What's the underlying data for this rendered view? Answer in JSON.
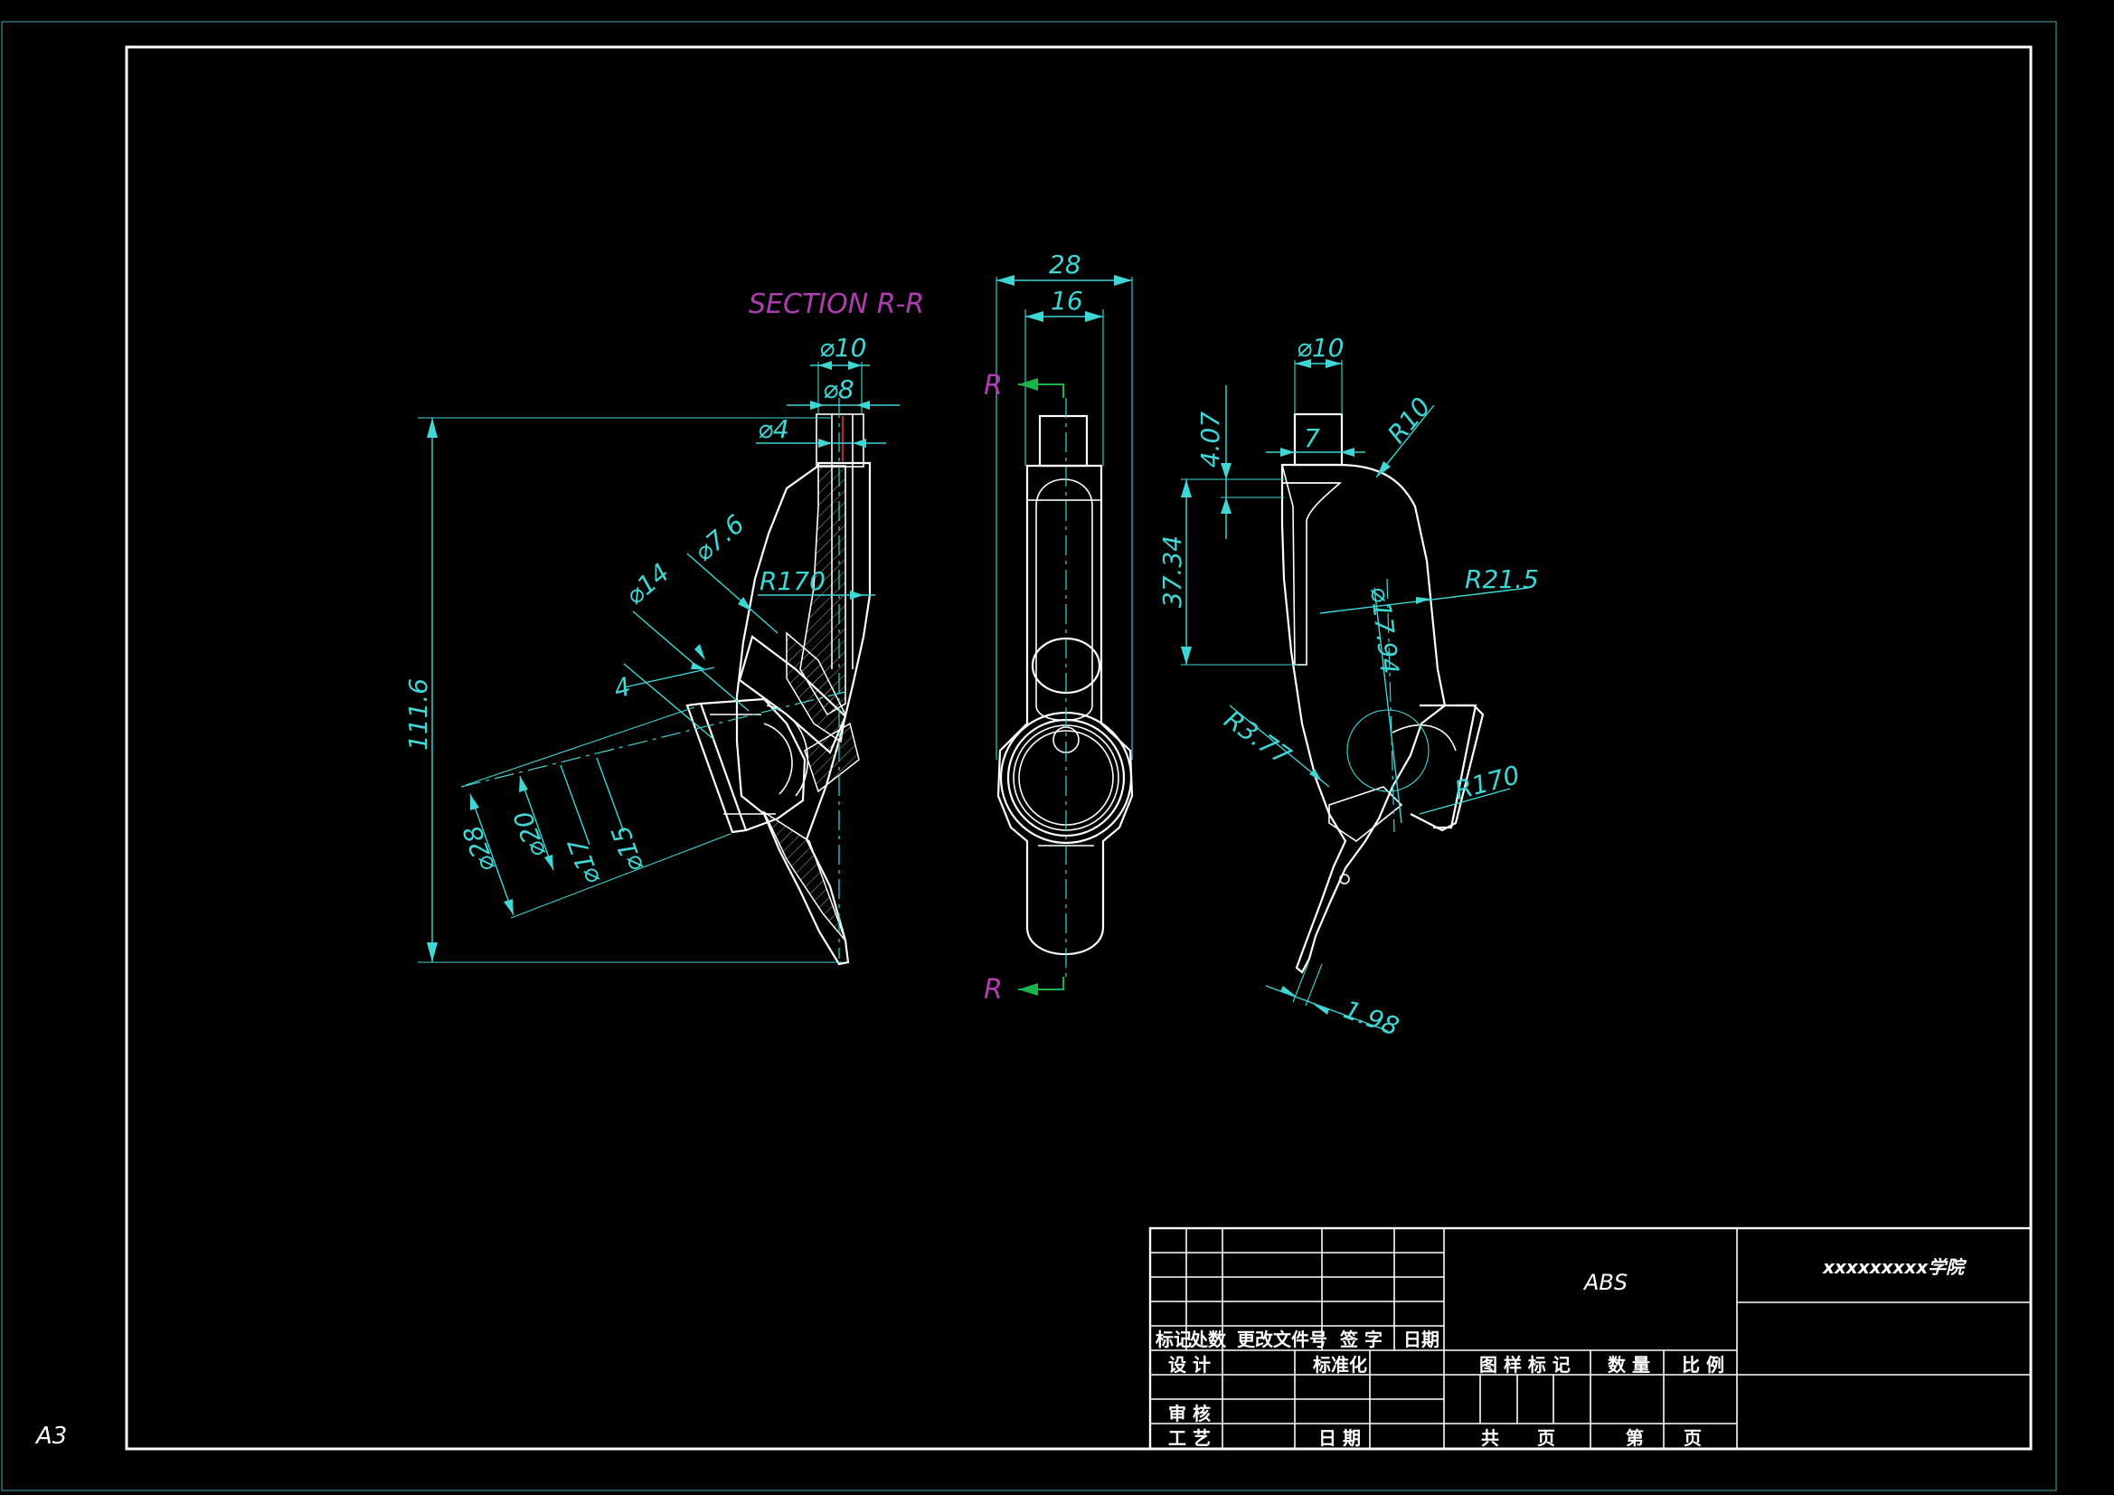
{
  "colors": {
    "background": "#000000",
    "outline": "#ffffff",
    "dimension": "#3fd6d6",
    "section_label": "#b03db0",
    "section_arrow": "#19b34a"
  },
  "sheet_size": "A3",
  "section_title": "SECTION R-R",
  "section_marks": [
    "R",
    "R"
  ],
  "dimensions": {
    "overall_height": "111.6",
    "d10_left": "⌀10",
    "d8_left": "⌀8",
    "d4_left": "⌀4",
    "d76": "⌀7.6",
    "d14": "⌀14",
    "r170_left": "R170",
    "four": "4",
    "d28": "⌀28",
    "d20": "⌀20",
    "d17": "⌀17",
    "d15": "⌀15",
    "width_28": "28",
    "width_16": "16",
    "d10_right": "⌀10",
    "seven": "7",
    "r10": "R10",
    "h407": "4.07",
    "h3734": "37.34",
    "r215": "R21.5",
    "d1794": "⌀17.94",
    "r377": "R3.77",
    "r170_right": "R170",
    "t198": "1.98"
  },
  "title_block": {
    "material": "ABS",
    "school": "xxxxxxxxx学院",
    "revision_headers": [
      "标记",
      "处数",
      "更改文件号",
      "签 字",
      "日期"
    ],
    "design": "设 计",
    "standardization": "标准化",
    "review": "审 核",
    "process": "工 艺",
    "date": "日 期",
    "stage_mark": "图 样 标 记",
    "quantity": "数 量",
    "scale": "比 例",
    "total": "共",
    "sheet": "第",
    "page_a": "页",
    "page_b": "页"
  }
}
